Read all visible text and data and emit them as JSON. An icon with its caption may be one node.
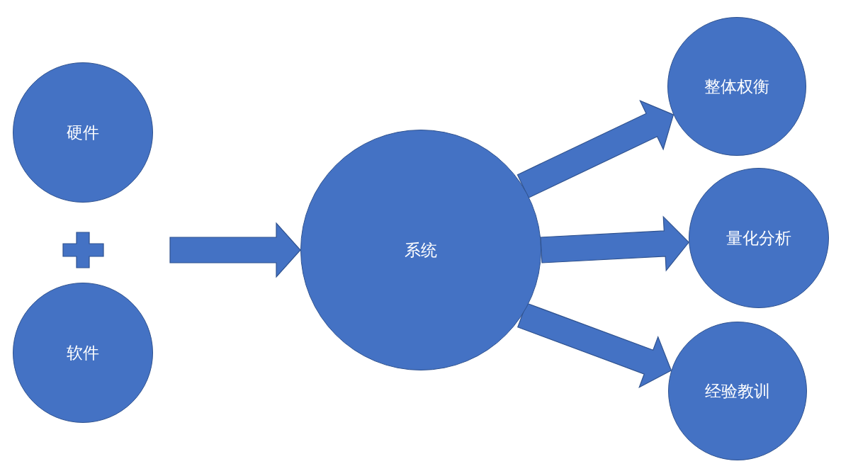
{
  "diagram": {
    "nodes": [
      {
        "text": [
          "硬件"
        ]
      },
      {
        "text": [
          "软件"
        ]
      },
      {
        "text": [
          "系统"
        ]
      },
      {
        "text": [
          "整体权衡"
        ]
      },
      {
        "text": [
          "量化分析"
        ]
      },
      {
        "text": [
          "经验教训"
        ]
      }
    ],
    "edges": [
      {
        "from": null,
        "to": 2,
        "arrow": "to",
        "style": "thick"
      },
      {
        "from": 2,
        "to": 3,
        "arrow": "to",
        "style": "thick"
      },
      {
        "from": 2,
        "to": 4,
        "arrow": "to",
        "style": "thick"
      },
      {
        "from": 2,
        "to": 5,
        "arrow": "to",
        "style": "thick"
      }
    ]
  }
}
